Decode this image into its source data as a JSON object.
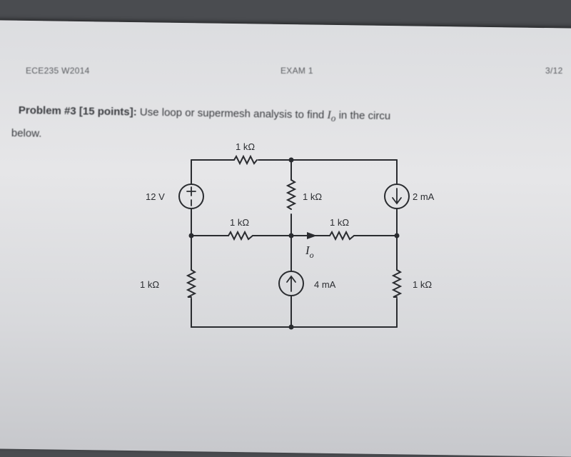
{
  "header": {
    "course": "ECE235 W2014",
    "exam": "EXAM 1",
    "date": "3/12"
  },
  "problem": {
    "lead": "Problem #3 [15 points]:",
    "text_before": " Use loop or supermesh analysis to find ",
    "var": "I",
    "var_sub": "o",
    "text_after": " in the circu",
    "continuation": "below."
  },
  "circuit": {
    "r_top": "1 kΩ",
    "r_mid_vertical": "1 kΩ",
    "r_horiz_left": "1 kΩ",
    "r_horiz_right": "1 kΩ",
    "r_bottom_left": "1 kΩ",
    "r_bottom_right": "1 kΩ",
    "v_source": "12 V",
    "i_source_top": "2 mA",
    "i_source_bottom": "4 mA",
    "io_label": "I",
    "io_sub": "o"
  }
}
